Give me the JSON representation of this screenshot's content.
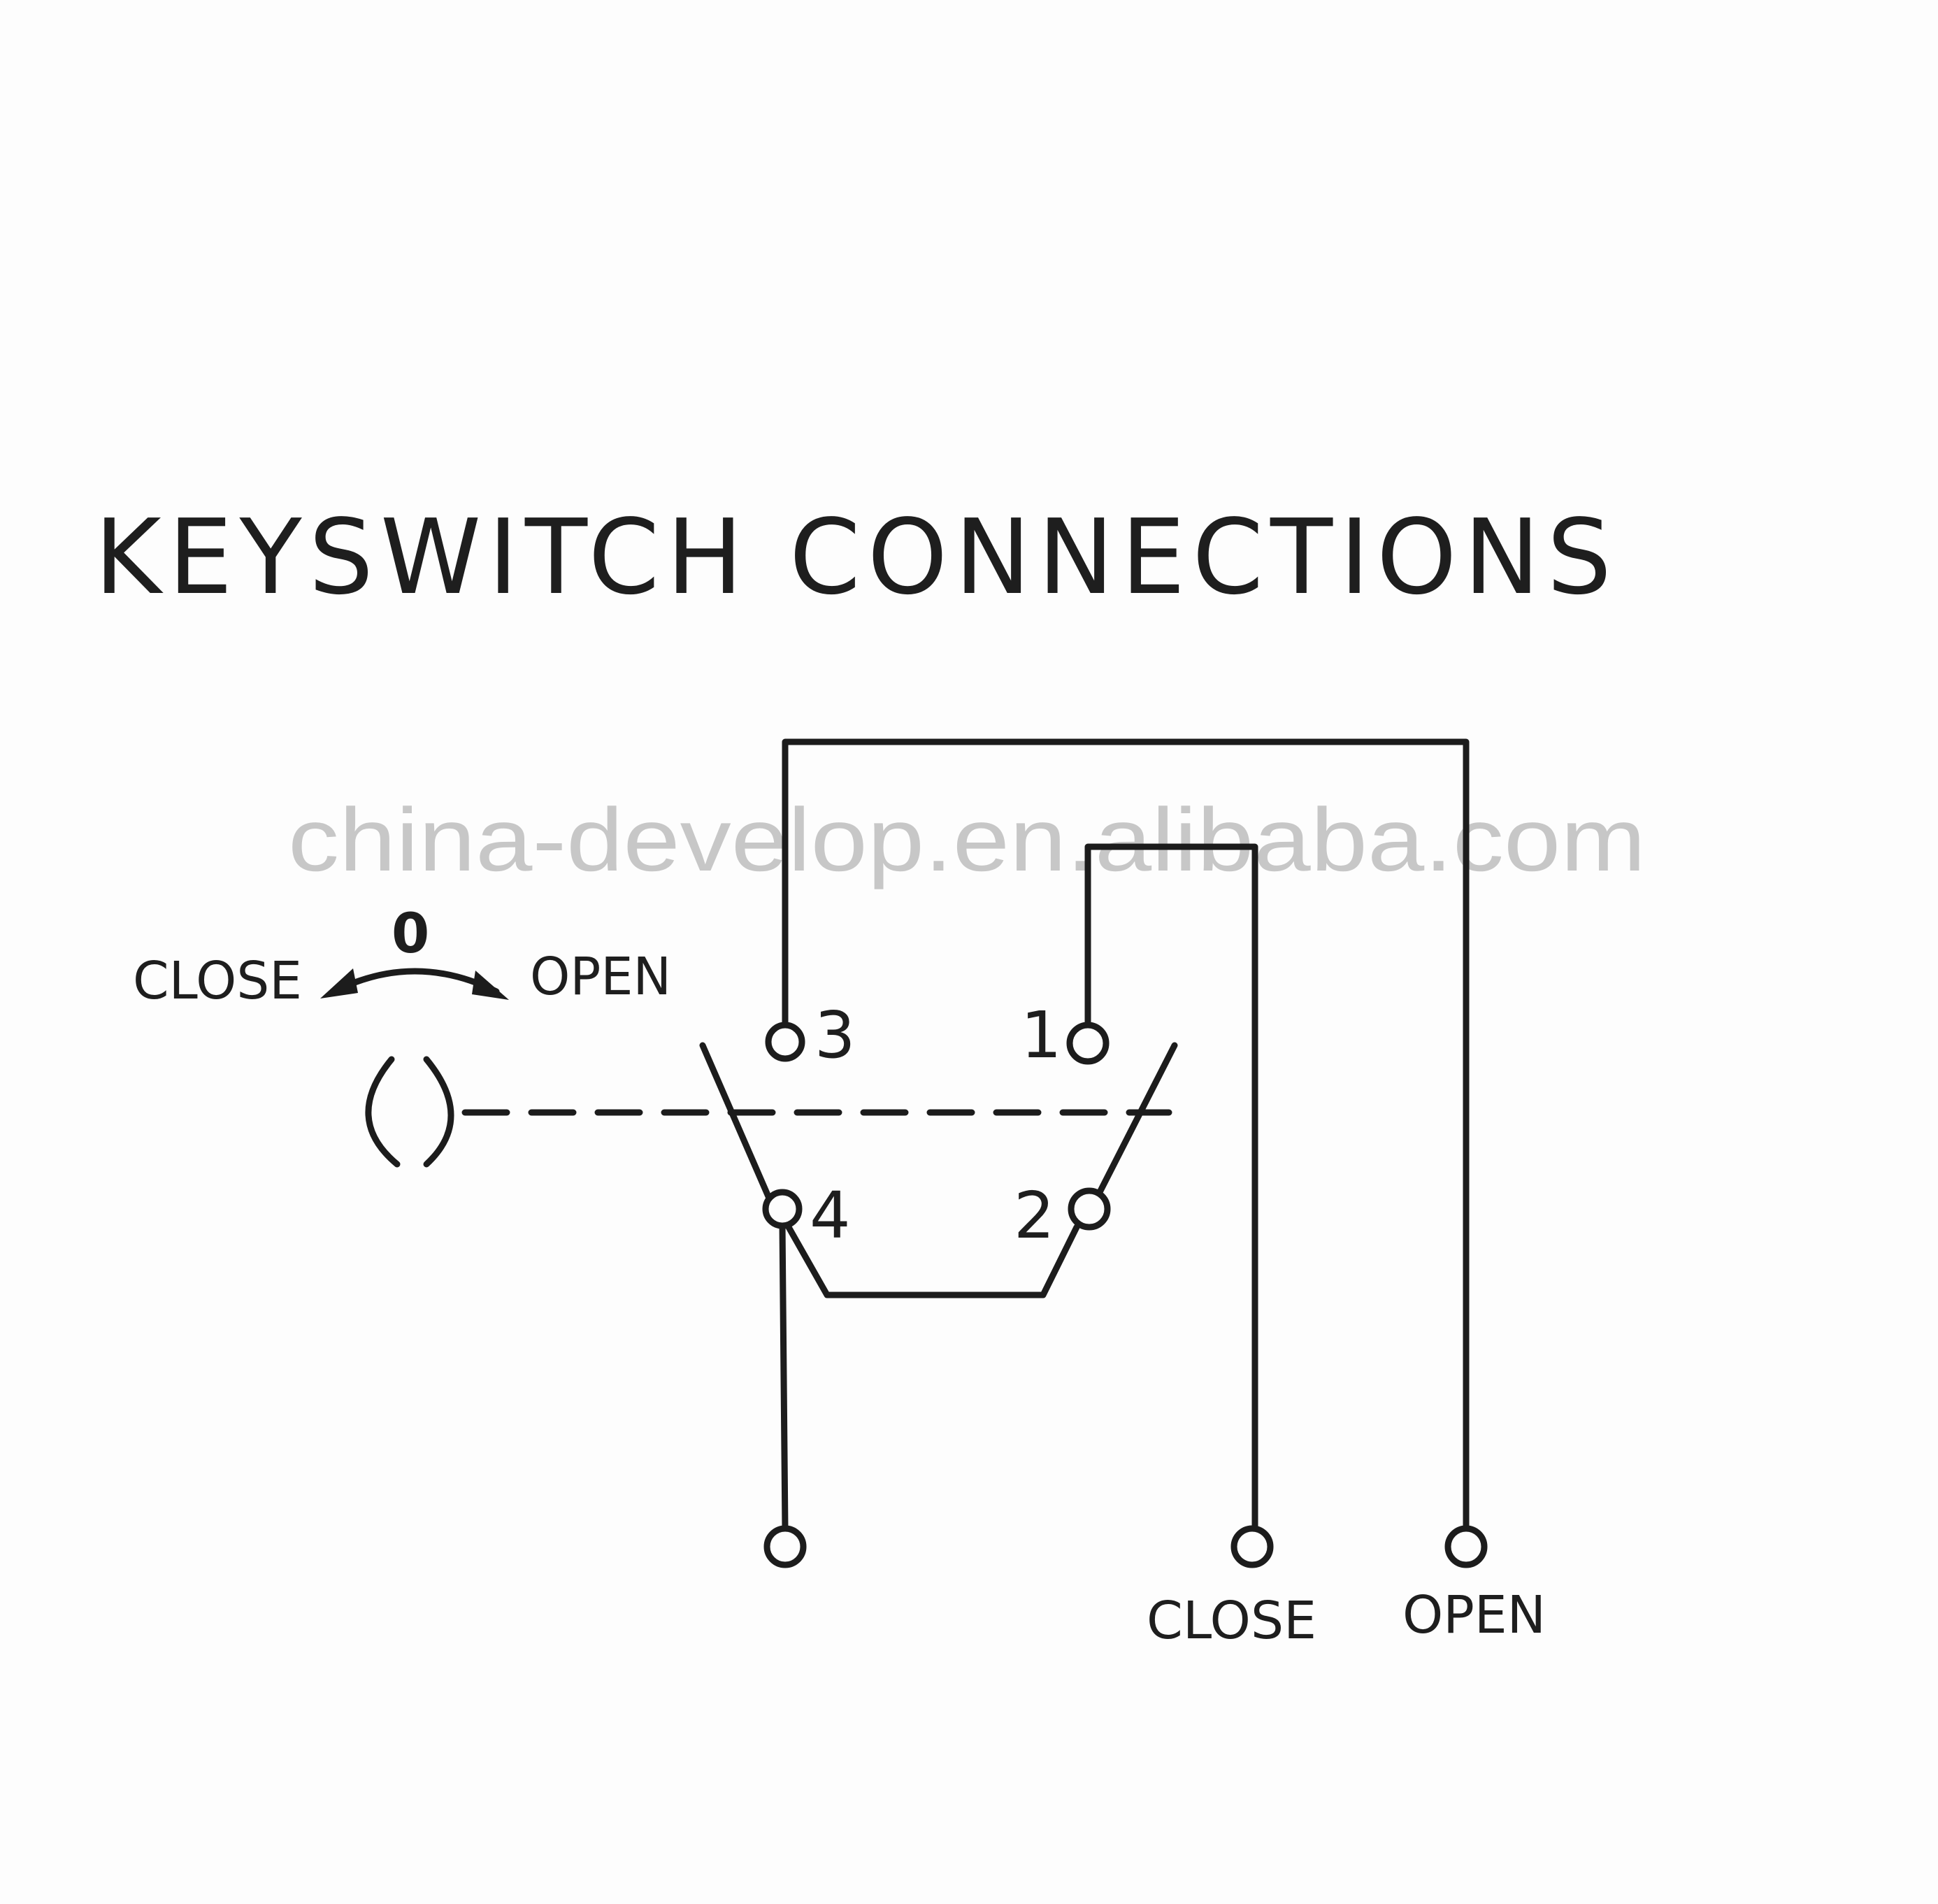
{
  "title": "KEYSWITCH CONNECTIONS",
  "watermark": "china-develop.en.alibaba.com",
  "switch": {
    "position_label": "0",
    "left_direction": "CLOSE",
    "right_direction": "OPEN"
  },
  "terminals": {
    "t3": "3",
    "t1": "1",
    "t4": "4",
    "t2": "2"
  },
  "outputs": {
    "close": "CLOSE",
    "open": "OPEN"
  },
  "colors": {
    "ink": "#1c1c1c",
    "watermark": "#bdbdbd",
    "paper": "#fdfdfd"
  }
}
